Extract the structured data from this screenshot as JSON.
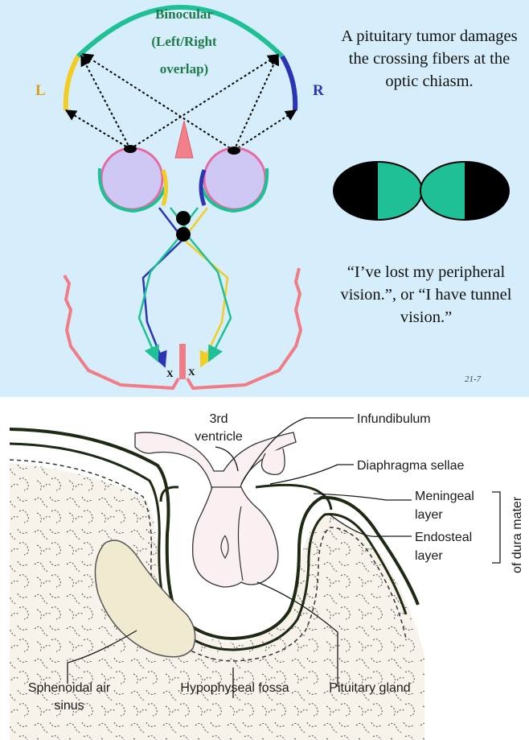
{
  "visual_field": {
    "binocular_line1": "Binocular",
    "binocular_line2": "(Left/Right",
    "binocular_line3": "overlap)",
    "left_label": "L",
    "right_label": "R",
    "cross_label_left": "X",
    "cross_label_right": "X"
  },
  "description": "A pituitary tumor damages the crossing fibers at the optic chiasm.",
  "quote": "“I’ve lost my peripheral vision.”, or “I have tunnel vision.”",
  "slide_number": "21-7",
  "anatomy": {
    "third_ventricle_line1": "3rd",
    "third_ventricle_line2": "ventricle",
    "infundibulum": "Infundibulum",
    "diaphragma_sellae": "Diaphragma sellae",
    "meningeal_line1": "Meningeal",
    "meningeal_line2": "layer",
    "endosteal_line1": "Endosteal",
    "endosteal_line2": "layer",
    "dura_mater": "of dura mater",
    "sphenoidal_line1": "Sphenoidal air",
    "sphenoidal_line2": "sinus",
    "hypophyseal_fossa": "Hypophyseal fossa",
    "pituitary_gland": "Pituitary gland"
  },
  "colors": {
    "panel_bg": "#d6eefb",
    "arc_green": "#1fc096",
    "arc_yellow": "#f2cd23",
    "arc_blue": "#2a34b4",
    "brain_outline": "#f07c86",
    "eyeball": "#cfc8f4",
    "field_green": "#1fc096"
  }
}
